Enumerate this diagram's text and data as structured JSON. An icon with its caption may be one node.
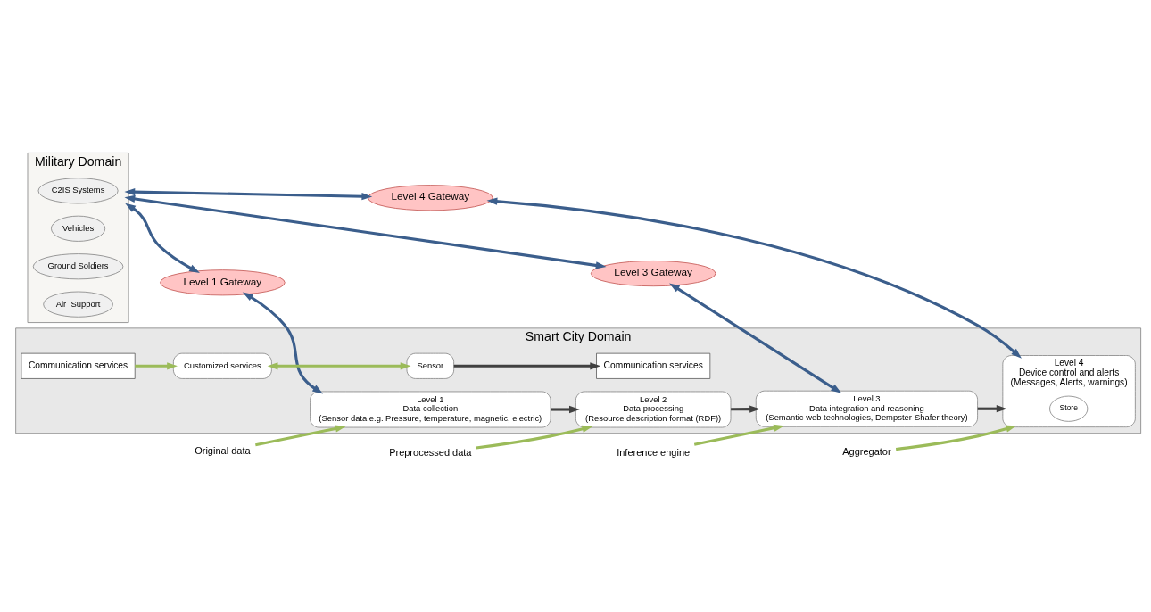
{
  "diagram": {
    "nodes": [
      {
        "text": [
          "Military Domain"
        ]
      },
      {
        "text": [
          "C2IS Systems"
        ],
        "in": 0
      },
      {
        "text": [
          "Vehicles"
        ],
        "in": 0
      },
      {
        "text": [
          "Ground Soldiers"
        ],
        "in": 0
      },
      {
        "text": [
          "Air  Support"
        ],
        "in": 0
      },
      {
        "text": [
          "Level 4 Gateway"
        ]
      },
      {
        "text": [
          "Level 3 Gateway"
        ]
      },
      {
        "text": [
          "Level 1 Gateway"
        ]
      },
      {
        "text": [
          "Smart City Domain"
        ]
      },
      {
        "text": [
          "Customized services"
        ],
        "in": 8
      },
      {
        "text": [
          "Communication services"
        ],
        "in": 8
      },
      {
        "text": [
          "Level 4",
          "Device control and alerts",
          "(Messages, Alerts, warnings)"
        ],
        "in": 8
      },
      {
        "text": [
          "Store"
        ],
        "in": 11
      },
      {
        "text": [
          "Level 3",
          "Data integration and reasoning",
          "(Semantic web technologies, Dempster-Shafer theory)"
        ],
        "in": 8
      },
      {
        "text": [
          "Level 2",
          "Data processing",
          "(Resource description format (RDF))"
        ],
        "in": 8
      },
      {
        "text": [
          "Level 1",
          "Data collection",
          "(Sensor data e.g. Pressure, temperature, magnetic, electric)"
        ],
        "in": 8
      },
      {
        "text": [
          "Communication services"
        ],
        "in": 8
      },
      {
        "text": [
          "Sensor"
        ],
        "in": 8
      },
      {
        "text": [
          "Aggregator"
        ]
      },
      {
        "text": [
          "Inference engine"
        ]
      },
      {
        "text": [
          "Preprocessed data"
        ]
      },
      {
        "text": [
          "Original data"
        ]
      }
    ],
    "edges": [
      {
        "from": 0,
        "to": 5,
        "arrow": "both",
        "color": "#3b5e8c"
      },
      {
        "from": 0,
        "to": 6,
        "arrow": "both",
        "color": "#3b5e8c"
      },
      {
        "from": 0,
        "to": 7,
        "arrow": "both",
        "color": "#3b5e8c"
      },
      {
        "from": 5,
        "to": 11,
        "arrow": "both",
        "color": "#3b5e8c"
      },
      {
        "from": 6,
        "to": 13,
        "arrow": "both",
        "color": "#3b5e8c"
      },
      {
        "from": 7,
        "to": 15,
        "arrow": "both",
        "color": "#3b5e8c"
      },
      {
        "from": 17,
        "to": 16,
        "arrow": "to",
        "color": "#404040"
      },
      {
        "from": 15,
        "to": 14,
        "arrow": "to",
        "color": "#404040"
      },
      {
        "from": 14,
        "to": 13,
        "arrow": "to",
        "color": "#404040"
      },
      {
        "from": 13,
        "to": 11,
        "arrow": "to",
        "color": "#404040"
      },
      {
        "from": 10,
        "to": 9,
        "arrow": "to",
        "color": "#9bbb59"
      },
      {
        "from": 9,
        "to": 17,
        "arrow": "both",
        "color": "#9bbb59"
      },
      {
        "from": 18,
        "to": 11,
        "arrow": "to",
        "color": "#9bbb59"
      },
      {
        "from": 19,
        "to": 13,
        "arrow": "to",
        "color": "#9bbb59"
      },
      {
        "from": 20,
        "to": 14,
        "arrow": "to",
        "color": "#9bbb59"
      },
      {
        "from": 21,
        "to": 15,
        "arrow": "to",
        "color": "#9bbb59"
      }
    ]
  }
}
